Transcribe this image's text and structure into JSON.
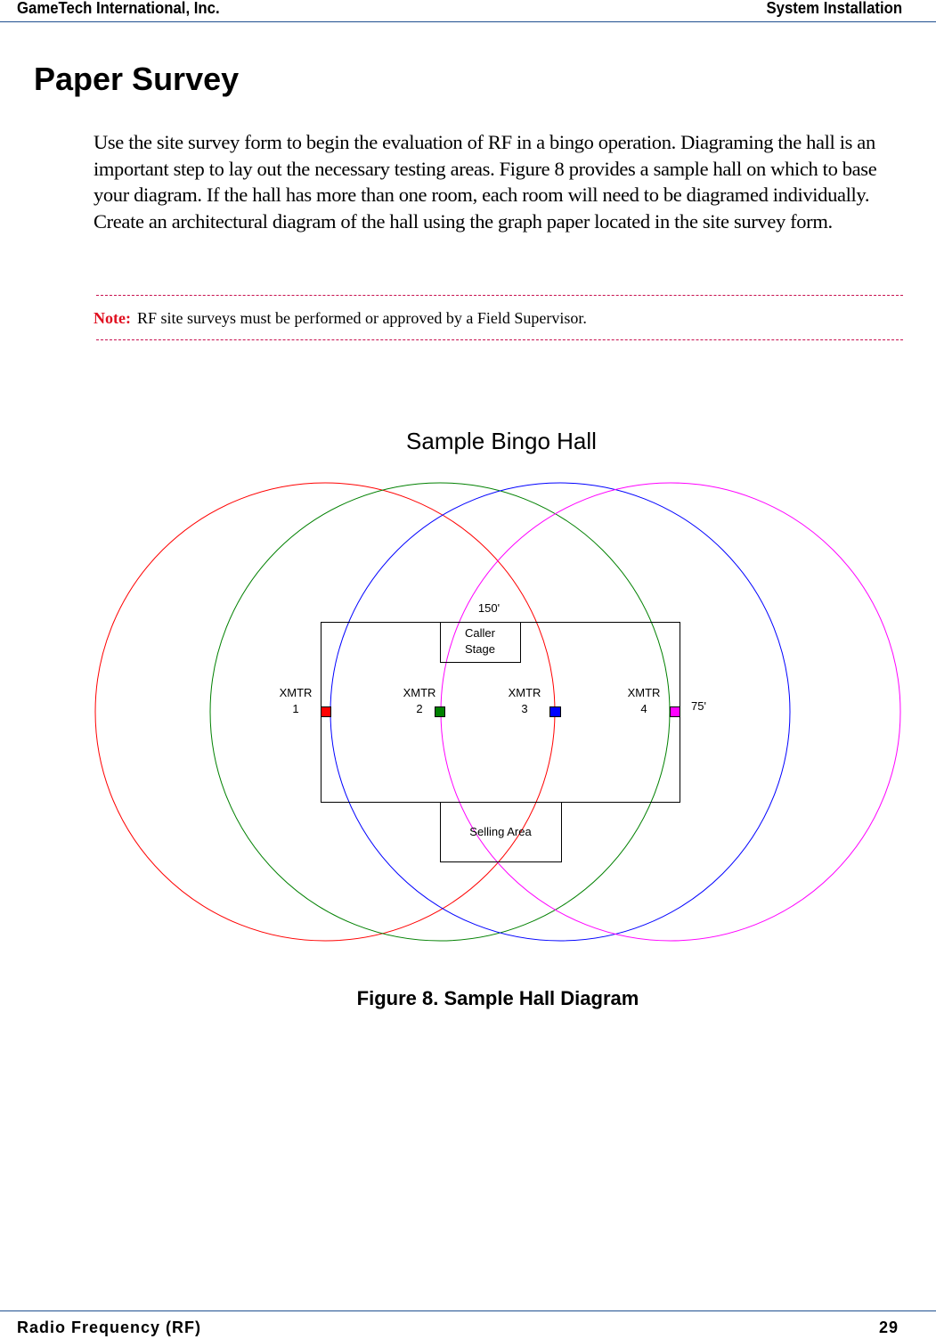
{
  "header": {
    "company": "GameTech International, Inc.",
    "section": "System Installation"
  },
  "page_title": "Paper Survey",
  "body_paragraph": "Use the site survey form to begin the evaluation of RF in a bingo operation. Diagraming the hall is an important step to lay out the necessary testing areas. Figure 8 provides a sample hall on which to base your diagram. If the hall has more than one room, each room will need to be diagramed individually. Create an architectural diagram of the hall using the graph paper located in the site survey form.",
  "note": {
    "label": "Note:",
    "text": "RF site surveys must be performed or approved by a Field Supervisor.",
    "label_color": "#e01020",
    "border_color": "#c8114f"
  },
  "figure": {
    "title": "Sample Bingo Hall",
    "caption": "Figure 8.  Sample Hall Diagram",
    "dimension_width": "150'",
    "dimension_height": "75'",
    "caller_stage": [
      "Caller",
      "Stage"
    ],
    "selling_area": "Selling Area",
    "transmitters": [
      {
        "name": "XMTR",
        "number": "1",
        "color": "#ff0000"
      },
      {
        "name": "XMTR",
        "number": "2",
        "color": "#008000"
      },
      {
        "name": "XMTR",
        "number": "3",
        "color": "#0000ff"
      },
      {
        "name": "XMTR",
        "number": "4",
        "color": "#ff00ff"
      }
    ]
  },
  "footer": {
    "chapter": "Radio Frequency (RF)",
    "page_number": "29"
  }
}
